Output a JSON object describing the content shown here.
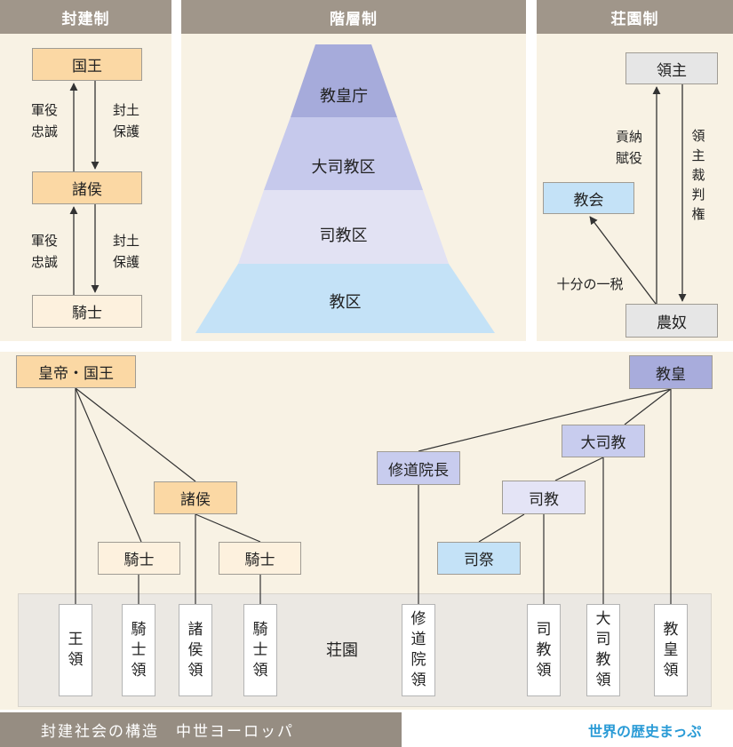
{
  "feudal": {
    "title": "封建制",
    "king": "国王",
    "lords": "諸侯",
    "knights": "騎士",
    "service_upper": "軍役\n忠誠",
    "grant_upper": "封土\n保護",
    "service_lower": "軍役\n忠誠",
    "grant_lower": "封土\n保護"
  },
  "hierarchy": {
    "title": "階層制",
    "levels": [
      "教皇庁",
      "大司教区",
      "司教区",
      "教区"
    ]
  },
  "manor_system": {
    "title": "荘園制",
    "lord": "領主",
    "church": "教会",
    "serf": "農奴",
    "tribute": "貢納\n賦役",
    "jurisdiction": "領\n主\n裁\n判\n権",
    "tithe": "十分の一税"
  },
  "structure": {
    "emperor_king": "皇帝・国王",
    "lords": "諸侯",
    "knight_left": "騎士",
    "knight_right": "騎士",
    "abbot": "修道院長",
    "pope": "教皇",
    "archbishop": "大司教",
    "bishop": "司教",
    "priest": "司祭",
    "manor_label": "荘園",
    "domains": [
      "王\n領",
      "騎\n士\n領",
      "諸\n侯\n領",
      "騎\n士\n領",
      "修\n道\n院\n領",
      "司\n教\n領",
      "大\n司\n教\n領",
      "教\n皇\n領"
    ]
  },
  "footer": {
    "caption": "封建社会の構造　中世ヨーロッパ",
    "logo": "世界の歴史まっぷ"
  },
  "colors": {
    "header": "#a0968a",
    "panel": "#f8f2e4",
    "orange": "#fbd8a4",
    "blue": "#c4e2f7",
    "purple": "#a8acdc",
    "logo_blue": "#2a9bd6"
  }
}
